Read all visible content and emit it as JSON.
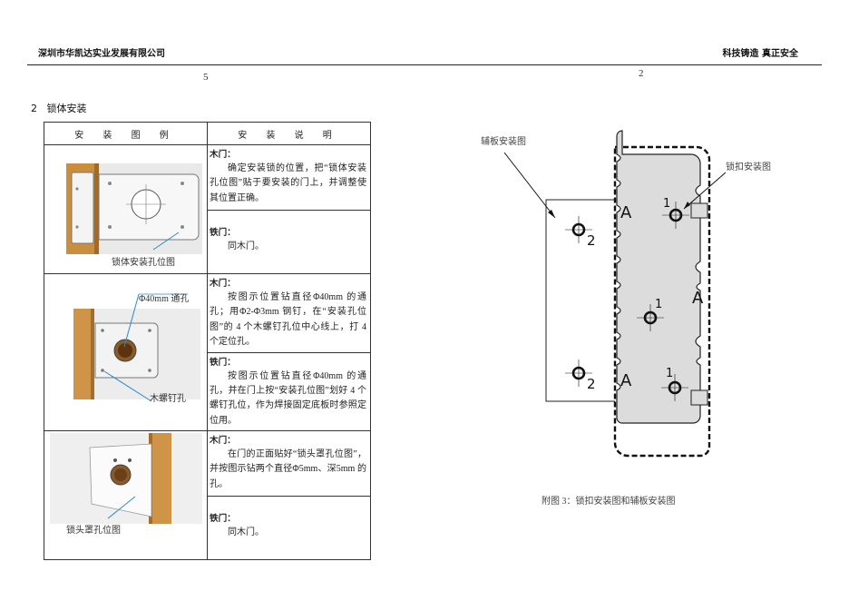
{
  "header": {
    "company": "深圳市华凯达实业发展有限公司",
    "slogan": "科技铸造 真正安全"
  },
  "page_numbers": {
    "left": "5",
    "right": "2"
  },
  "section": {
    "number": "2",
    "title": "锁体安装"
  },
  "table": {
    "col1_header": "安 装 图 例",
    "col2_header": "安 装 说 明",
    "rows": [
      {
        "image_label": "锁体安装孔位图",
        "wood_title": "木门：",
        "wood_text": "确定安装锁的位置，把“锁体安装孔位图”贴于要安装的门上，并调整使其位置正确。",
        "iron_title": "铁门：",
        "iron_text": "同木门。"
      },
      {
        "image_label_hole": "Φ40mm 通孔",
        "image_label_screw": "木螺钉孔",
        "wood_title": "木门：",
        "wood_text": "按图示位置钻直径Φ40mm 的通孔；用Φ2-Φ3mm 钢钉，在“安装孔位图”的 4 个木螺钉孔位中心线上，打 4 个定位孔。",
        "iron_title": "铁门：",
        "iron_text": "按图示位置钻直径Φ40mm 的通孔，并在门上按“安装孔位图”划好 4 个螺钉孔位，作为焊接固定底板时参照定位用。"
      },
      {
        "image_label": "锁头罩孔位图",
        "wood_title": "木门：",
        "wood_text": "在门的正面贴好“锁头罩孔位图”，并按图示钻两个直径Φ5mm、深5mm 的孔。",
        "iron_title": "铁门：",
        "iron_text": "同木门。"
      }
    ]
  },
  "figure": {
    "label_plate": "辅板安装图",
    "label_strike": "锁扣安装图",
    "caption": "附图 3：锁扣安装图和辅板安装图",
    "letters": [
      "A",
      "A",
      "A"
    ],
    "numbers": [
      "1",
      "1",
      "1",
      "2",
      "2"
    ]
  }
}
